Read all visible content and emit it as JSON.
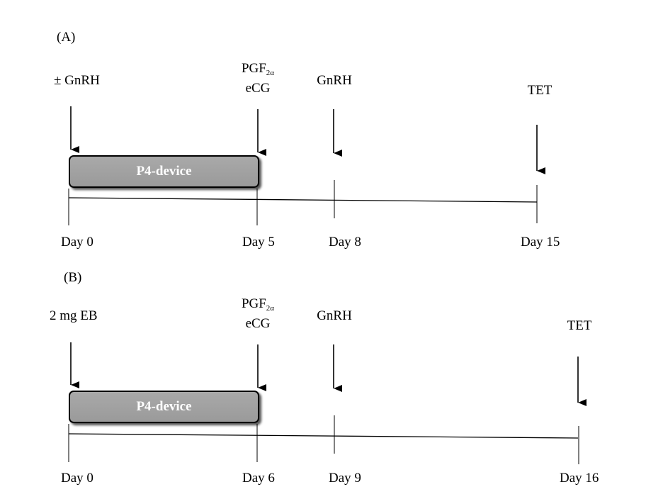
{
  "panels": [
    {
      "label": "(A)",
      "device_label": "P4-device",
      "treatments": [
        {
          "id": "gnrh-start",
          "text": "± GnRH"
        },
        {
          "id": "pgf-ecg",
          "line1": "PGF",
          "sub": "2α",
          "line2": "eCG"
        },
        {
          "id": "gnrh",
          "text": "GnRH"
        },
        {
          "id": "tet",
          "text": "TET"
        }
      ],
      "days": [
        "Day 0",
        "Day 5",
        "Day 8",
        "Day 15"
      ]
    },
    {
      "label": "(B)",
      "device_label": "P4-device",
      "treatments": [
        {
          "id": "eb",
          "text": "2 mg EB"
        },
        {
          "id": "pgf-ecg",
          "line1": "PGF",
          "sub": "2α",
          "line2": "eCG"
        },
        {
          "id": "gnrh",
          "text": "GnRH"
        },
        {
          "id": "tet",
          "text": "TET"
        }
      ],
      "days": [
        "Day 0",
        "Day 6",
        "Day 9",
        "Day 16"
      ]
    }
  ]
}
